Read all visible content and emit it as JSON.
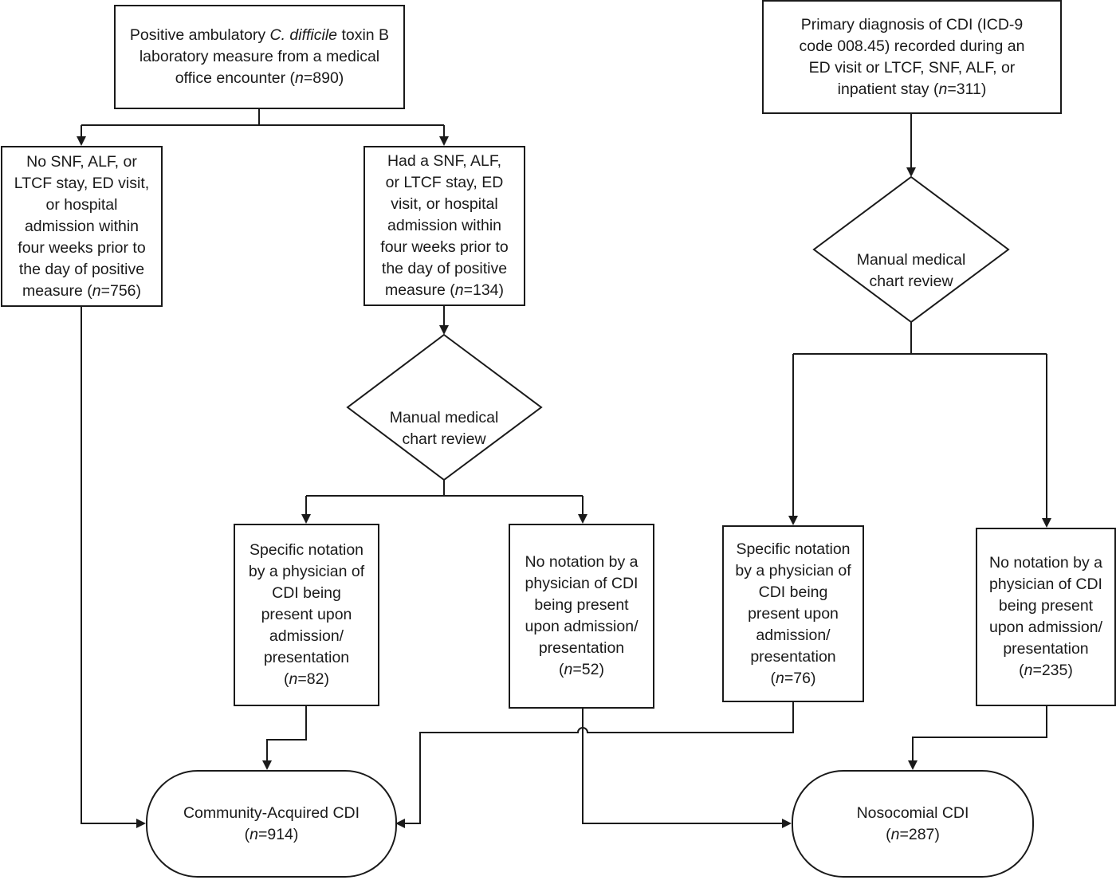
{
  "nodes": {
    "start_lab": {
      "text": "Positive ambulatory ",
      "italic": "C. difficile",
      "text2": " toxin B\nlaboratory measure from a medical\noffice encounter (",
      "n": "n",
      "text3": "=890)"
    },
    "start_dx": {
      "text": "Primary diagnosis of CDI (ICD-9\ncode 008.45) recorded during an\nED visit or LTCF, SNF, ALF, or\ninpatient stay (",
      "n": "n",
      "text3": "=311)"
    },
    "no_stay": {
      "text": "No SNF, ALF, or\nLTCF stay, ED visit,\nor hospital\nadmission within\nfour weeks prior to\nthe day of positive\nmeasure (",
      "n": "n",
      "text3": "=756)"
    },
    "had_stay": {
      "text": "Had a SNF, ALF,\nor LTCF stay, ED\nvisit, or hospital\nadmission within\nfour weeks prior to\nthe day of positive\nmeasure (",
      "n": "n",
      "text3": "=134)"
    },
    "review_left": {
      "text": "Manual medical\nchart review"
    },
    "review_right": {
      "text": "Manual medical\nchart review"
    },
    "spec_left": {
      "text": "Specific notation\nby a physician of\nCDI being\npresent upon\nadmission/\npresentation\n(",
      "n": "n",
      "text3": "=82)"
    },
    "none_left": {
      "text": "No notation by a\nphysician of CDI\nbeing present\nupon admission/\npresentation\n(",
      "n": "n",
      "text3": "=52)"
    },
    "spec_right": {
      "text": "Specific notation\nby a physician of\nCDI being\npresent upon\nadmission/\npresentation\n(",
      "n": "n",
      "text3": "=76)"
    },
    "none_right": {
      "text": "No notation by a\nphysician of CDI\nbeing present\nupon admission/\npresentation\n(",
      "n": "n",
      "text3": "=235)"
    },
    "community": {
      "text": "Community-Acquired CDI\n(",
      "n": "n",
      "text3": "=914)"
    },
    "nosocomial": {
      "text": "Nosocomial CDI\n(",
      "n": "n",
      "text3": "=287)"
    }
  }
}
